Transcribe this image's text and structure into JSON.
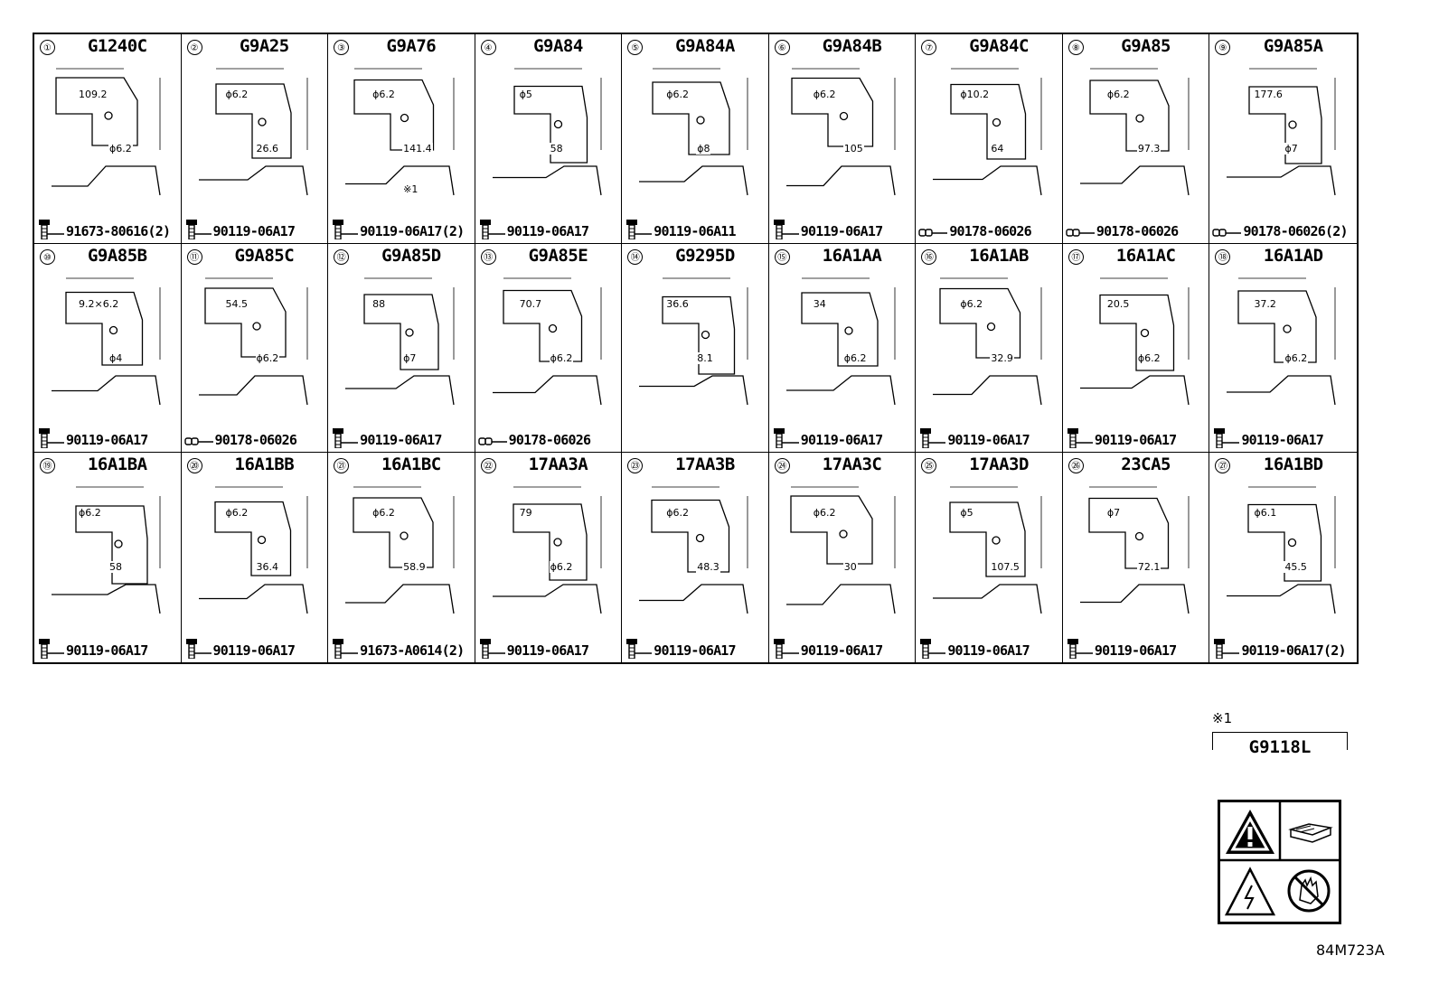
{
  "parts": [
    {
      "num": "①",
      "code": "G1240C",
      "fastener": "bolt",
      "part_no": "91673-80616(2)",
      "dims": [
        "109.2",
        "ϕ6.2"
      ]
    },
    {
      "num": "②",
      "code": "G9A25",
      "fastener": "bolt",
      "part_no": "90119-06A17",
      "dims": [
        "ϕ6.2",
        "26.6"
      ]
    },
    {
      "num": "③",
      "code": "G9A76",
      "fastener": "bolt",
      "part_no": "90119-06A17(2)",
      "dims": [
        "ϕ6.2",
        "141.4",
        "※1"
      ]
    },
    {
      "num": "④",
      "code": "G9A84",
      "fastener": "bolt",
      "part_no": "90119-06A17",
      "dims": [
        "ϕ5",
        "58"
      ]
    },
    {
      "num": "⑤",
      "code": "G9A84A",
      "fastener": "bolt",
      "part_no": "90119-06A11",
      "dims": [
        "ϕ6.2",
        "ϕ8"
      ]
    },
    {
      "num": "⑥",
      "code": "G9A84B",
      "fastener": "bolt",
      "part_no": "90119-06A17",
      "dims": [
        "ϕ6.2",
        "105"
      ]
    },
    {
      "num": "⑦",
      "code": "G9A84C",
      "fastener": "clip",
      "part_no": "90178-06026",
      "dims": [
        "ϕ10.2",
        "64"
      ]
    },
    {
      "num": "⑧",
      "code": "G9A85",
      "fastener": "clip",
      "part_no": "90178-06026",
      "dims": [
        "ϕ6.2",
        "97.3"
      ]
    },
    {
      "num": "⑨",
      "code": "G9A85A",
      "fastener": "clip",
      "part_no": "90178-06026(2)",
      "dims": [
        "177.6",
        "ϕ7"
      ]
    },
    {
      "num": "⑩",
      "code": "G9A85B",
      "fastener": "bolt",
      "part_no": "90119-06A17",
      "dims": [
        "9.2×6.2",
        "ϕ4"
      ]
    },
    {
      "num": "⑪",
      "code": "G9A85C",
      "fastener": "clip",
      "part_no": "90178-06026",
      "dims": [
        "54.5",
        "ϕ6.2"
      ]
    },
    {
      "num": "⑫",
      "code": "G9A85D",
      "fastener": "bolt",
      "part_no": "90119-06A17",
      "dims": [
        "88",
        "ϕ7"
      ]
    },
    {
      "num": "⑬",
      "code": "G9A85E",
      "fastener": "clip",
      "part_no": "90178-06026",
      "dims": [
        "70.7",
        "ϕ6.2"
      ]
    },
    {
      "num": "⑭",
      "code": "G9295D",
      "fastener": "none",
      "part_no": "",
      "dims": [
        "36.6",
        "8.1"
      ]
    },
    {
      "num": "⑮",
      "code": "16A1AA",
      "fastener": "bolt",
      "part_no": "90119-06A17",
      "dims": [
        "34",
        "ϕ6.2"
      ]
    },
    {
      "num": "⑯",
      "code": "16A1AB",
      "fastener": "bolt",
      "part_no": "90119-06A17",
      "dims": [
        "ϕ6.2",
        "32.9"
      ]
    },
    {
      "num": "⑰",
      "code": "16A1AC",
      "fastener": "bolt",
      "part_no": "90119-06A17",
      "dims": [
        "20.5",
        "ϕ6.2"
      ]
    },
    {
      "num": "⑱",
      "code": "16A1AD",
      "fastener": "bolt",
      "part_no": "90119-06A17",
      "dims": [
        "37.2",
        "ϕ6.2"
      ]
    },
    {
      "num": "⑲",
      "code": "16A1BA",
      "fastener": "bolt",
      "part_no": "90119-06A17",
      "dims": [
        "ϕ6.2",
        "58"
      ]
    },
    {
      "num": "⑳",
      "code": "16A1BB",
      "fastener": "bolt",
      "part_no": "90119-06A17",
      "dims": [
        "ϕ6.2",
        "36.4"
      ]
    },
    {
      "num": "㉑",
      "code": "16A1BC",
      "fastener": "bolt",
      "part_no": "91673-A0614(2)",
      "dims": [
        "ϕ6.2",
        "58.9"
      ]
    },
    {
      "num": "㉒",
      "code": "17AA3A",
      "fastener": "bolt",
      "part_no": "90119-06A17",
      "dims": [
        "79",
        "ϕ6.2"
      ]
    },
    {
      "num": "㉓",
      "code": "17AA3B",
      "fastener": "bolt",
      "part_no": "90119-06A17",
      "dims": [
        "ϕ6.2",
        "48.3"
      ]
    },
    {
      "num": "㉔",
      "code": "17AA3C",
      "fastener": "bolt",
      "part_no": "90119-06A17",
      "dims": [
        "ϕ6.2",
        "30"
      ]
    },
    {
      "num": "㉕",
      "code": "17AA3D",
      "fastener": "bolt",
      "part_no": "90119-06A17",
      "dims": [
        "ϕ5",
        "107.5"
      ]
    },
    {
      "num": "㉖",
      "code": "23CA5",
      "fastener": "bolt",
      "part_no": "90119-06A17",
      "dims": [
        "ϕ7",
        "72.1"
      ]
    },
    {
      "num": "㉗",
      "code": "16A1BD",
      "fastener": "bolt",
      "part_no": "90119-06A17(2)",
      "dims": [
        "ϕ6.1",
        "45.5"
      ]
    }
  ],
  "legend": {
    "mark": "※1",
    "code": "G9118L"
  },
  "reference": "84M723A"
}
